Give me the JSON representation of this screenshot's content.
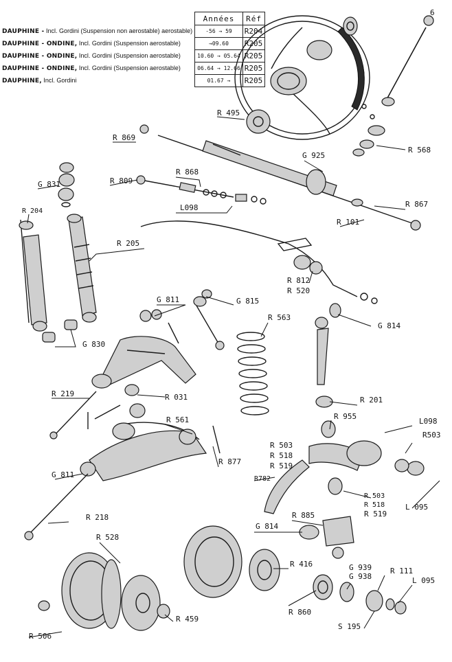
{
  "table": {
    "header": {
      "years": "Années",
      "ref": "Réf"
    },
    "rows": [
      {
        "model": "DAUPHINE -",
        "desc": "Incl. Gordini (Suspension non aerostable) aerostable)",
        "years": "-56 → 59",
        "ref": "R204"
      },
      {
        "model": "DAUPHINE - ONDINE,",
        "desc": "Incl. Gordini (Suspension aerostable)",
        "years": "→09.60",
        "ref": "R205"
      },
      {
        "model": "DAUPHINE - ONDINE,",
        "desc": "Incl. Gordini (Suspension aerostable)",
        "years": "10.60 → 05.64",
        "ref": "R205"
      },
      {
        "model": "DAUPHINE - ONDINE,",
        "desc": "Incl. Gordini (Suspension aerostable)",
        "years": "06.64 → 12.66",
        "ref": "R205"
      },
      {
        "model": "DAUPHINE,",
        "desc": "Incl. Gordini",
        "years": "01.67 →",
        "ref": "R205"
      }
    ]
  },
  "labels": {
    "r495": "R 495",
    "r869": "R 869",
    "r568": "R 568",
    "g925": "G 925",
    "r868": "R 868",
    "r809": "R 809",
    "g831": "G 831",
    "l098a": "L098",
    "r867": "R 867",
    "r101": "R 101",
    "r204": "R 204",
    "r205": "R 205",
    "r812": "R 812",
    "r520": "R 520",
    "g811a": "G 811",
    "g815": "G 815",
    "r563": "R 563",
    "g814a": "G 814",
    "g830": "G 830",
    "r219": "R 219",
    "r031": "R 031",
    "r201": "R 201",
    "r955": "R 955",
    "l098b": "L098",
    "r503a": "R503",
    "r561": "R 561",
    "r877": "R 877",
    "r503b": "R 503",
    "r518b": "R 518",
    "r519b": "R 519",
    "g811b": "G 811",
    "r782": "R782",
    "r503c": "R 503",
    "r518c": "R 518",
    "r519c": "R 519",
    "l095a": "L 095",
    "r218": "R 218",
    "r885": "R 885",
    "g814b": "G 814",
    "r528": "R 528",
    "r416": "R 416",
    "g939": "G 939",
    "g938": "G 938",
    "r111": "R 111",
    "l095b": "L 095",
    "r860": "R 860",
    "r459": "R 459",
    "s195": "S 195",
    "r506": "R 506",
    "num6": "6"
  }
}
